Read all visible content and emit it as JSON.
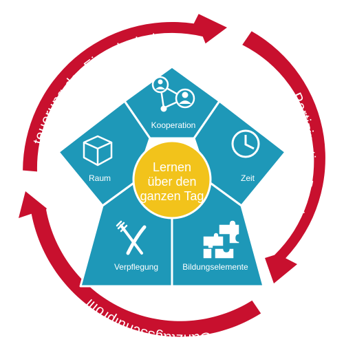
{
  "cycle": {
    "color": "#c8102e",
    "labels": [
      "Steuerung der Einzelschule",
      "Partizipative Praxis",
      "Ganztagsschulprofil"
    ]
  },
  "pentagon": {
    "color": "#1e98b8",
    "segments": [
      {
        "label": "Kooperation",
        "icon": "people-network-icon"
      },
      {
        "label": "Zeit",
        "icon": "clock-icon"
      },
      {
        "label": "Bildungselemente",
        "icon": "puzzle-icon"
      },
      {
        "label": "Verpflegung",
        "icon": "fork-knife-icon"
      },
      {
        "label": "Raum",
        "icon": "cube-icon"
      }
    ]
  },
  "center": {
    "color": "#f2c31b",
    "lines": [
      "Lernen",
      "über den",
      "ganzen Tag"
    ]
  }
}
